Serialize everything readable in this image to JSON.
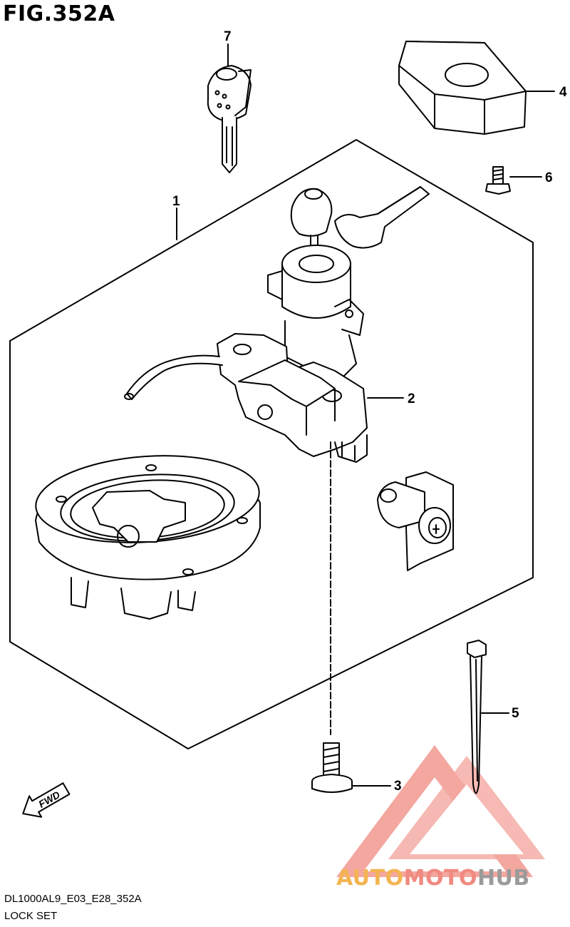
{
  "figure": {
    "title": "FIG.352A"
  },
  "callouts": [
    {
      "id": "1",
      "label": "1"
    },
    {
      "id": "2",
      "label": "2"
    },
    {
      "id": "3",
      "label": "3"
    },
    {
      "id": "4",
      "label": "4"
    },
    {
      "id": "5",
      "label": "5"
    },
    {
      "id": "6",
      "label": "6"
    },
    {
      "id": "7",
      "label": "7"
    }
  ],
  "fwd_label": "FWD",
  "footer": {
    "code": "DL1000AL9_E03_E28_352A",
    "caption": "LOCK SET"
  },
  "watermark": {
    "part1": "AUTO",
    "part2": "MOTO",
    "part3": "HUB",
    "colors": {
      "auto": "#f3b452",
      "moto": "#f08a80",
      "hub": "#9a9a9a",
      "triangle": "#f08a80"
    }
  }
}
